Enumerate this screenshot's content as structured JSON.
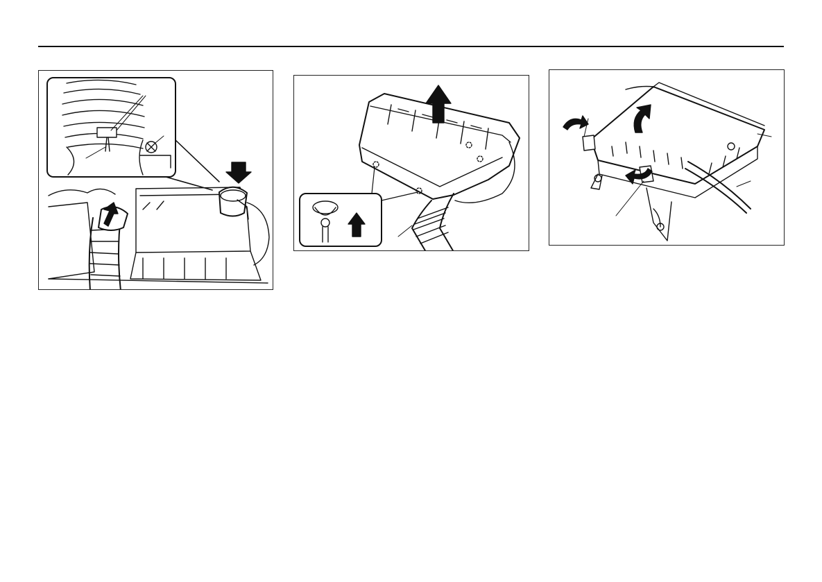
{
  "page": {
    "header_rule_color": "#111111",
    "figures": [
      {
        "subject": "intake-hose-disconnect",
        "icons": [
          "hose-clamp-icon",
          "push-arrow-icon",
          "pull-arrow-icon",
          "screw-icon"
        ]
      },
      {
        "subject": "air-cleaner-case-lift",
        "icons": [
          "lift-arrow-icon",
          "grommet-detail-icon"
        ]
      },
      {
        "subject": "air-cleaner-clip-release",
        "icons": [
          "clip-release-arrow-icon",
          "lid-open-arrow-icon"
        ]
      }
    ]
  }
}
